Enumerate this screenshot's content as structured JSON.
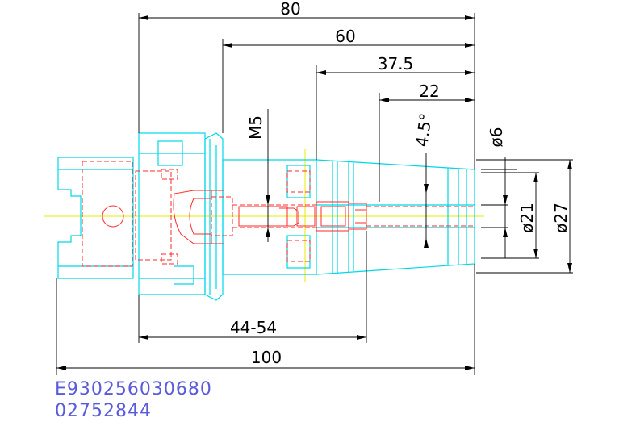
{
  "dimensions": {
    "overall_top": "80",
    "shank_length": "60",
    "bore_depth": "37.5",
    "taper_length": "22",
    "thread": "M5",
    "taper_angle": "4.5°",
    "bore_diameter": "ø6",
    "nose_diameter": "ø21",
    "collar_diameter": "ø27",
    "adjust_range": "44-54",
    "overall_length": "100"
  },
  "codes": {
    "item_number": "E930256030680",
    "order_number": "02752844"
  },
  "colors": {
    "outline": "#00d8e8",
    "hidden": "#ff2a2a",
    "centerline": "#e8e800",
    "dimension": "#000000",
    "code_text": "#5a5adc"
  }
}
